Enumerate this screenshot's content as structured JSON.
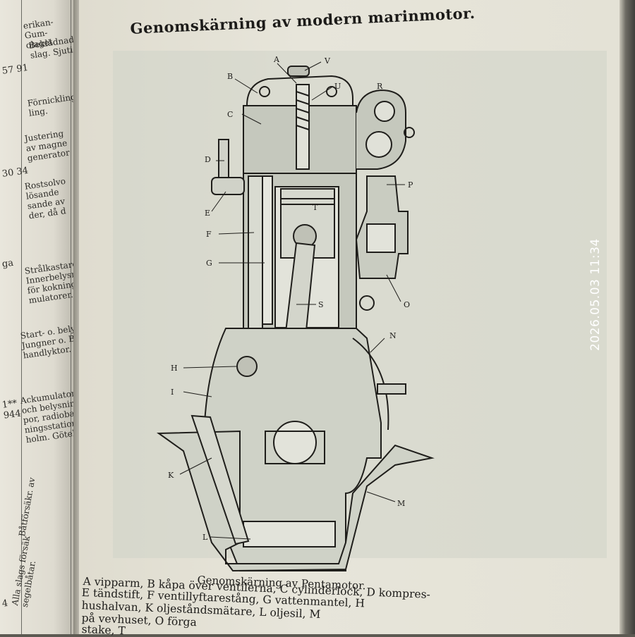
{
  "left_page": {
    "fragments": [
      "erikan-\nGum-\nolaget",
      "Beklädnads\nslag. Sjuti",
      "Förnickling\nling.",
      "Justering\nav magne\ngenerator",
      "Rostsolvo\nlösande\nsande av\nder, då d",
      "Strålkastare\nInnerbelysn\nför kokning\nmulatorer.",
      "Start- o. belys\nJungner o. Ba\nhandlyktor.",
      "Ackumulatorer\noch belysning\npor, radiobatt\nningsstation\nholm. Göteborg",
      "Båtförsäkr. av",
      "Alla slags försäk\nsegelbåtar."
    ],
    "numbers": [
      "57 91",
      "30 34",
      "ga",
      "1**\n944",
      "4"
    ]
  },
  "title": "Genomskärning av modern marinmotor.",
  "figure": {
    "labels": [
      "A",
      "V",
      "B",
      "U",
      "R",
      "C",
      "D",
      "P",
      "E",
      "T",
      "F",
      "G",
      "S",
      "O",
      "N",
      "H",
      "I",
      "K",
      "M",
      "L"
    ]
  },
  "caption": "Genomskärning av Pentamotor.",
  "legend": [
    "A vipparm, B kåpa över ventilerna, C cylinderlock, D kompres-",
    "E tändstift, F ventillyftarestång, G vattenmantel, H",
    "hushalvan, K oljeståndsmätare, L oljesil, M",
    "på vevhuset, O förga",
    "stake, T"
  ],
  "overlay": {
    "timestamp": "2026.05.03 11:34"
  }
}
